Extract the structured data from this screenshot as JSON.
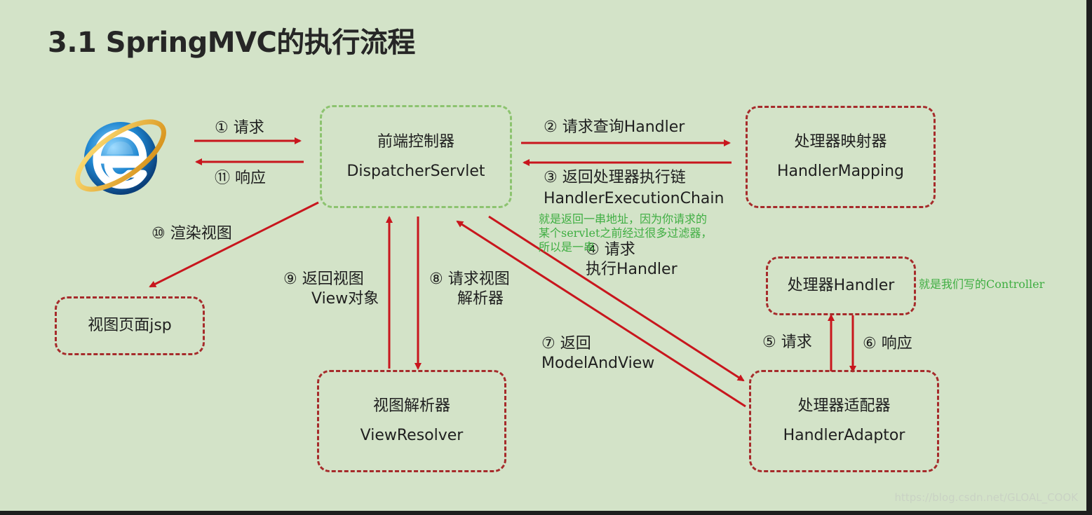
{
  "title": "3.1 SpringMVC的执行流程",
  "nodes": {
    "dispatcher": {
      "cn": "前端控制器",
      "en": "DispatcherServlet"
    },
    "handler_mapping": {
      "cn": "处理器映射器",
      "en": "HandlerMapping"
    },
    "handler": {
      "cn": "处理器Handler"
    },
    "handler_adaptor": {
      "cn": "处理器适配器",
      "en": "HandlerAdaptor"
    },
    "view_resolver": {
      "cn": "视图解析器",
      "en": "ViewResolver"
    },
    "view_page": {
      "cn": "视图页面jsp"
    }
  },
  "steps": {
    "s1": "① 请求",
    "s11": "⑪ 响应",
    "s2": "② 请求查询Handler",
    "s3": "③ 返回处理器执行链",
    "s3b": "HandlerExecutionChain",
    "s4a": "④ 请求",
    "s4b": "执行Handler",
    "s5": "⑤ 请求",
    "s6": "⑥ 响应",
    "s7a": "⑦ 返回",
    "s7b": "ModelAndView",
    "s8a": "⑧ 请求视图",
    "s8b": "解析器",
    "s9a": "⑨ 返回视图",
    "s9b": "View对象",
    "s10": "⑩ 渲染视图"
  },
  "notes": {
    "chain_line1": "就是返回一串地址，因为你请求的",
    "chain_line2": "某个servlet之前经过很多过滤器，",
    "chain_line3": "所以是一串",
    "controller": "就是我们写的Controller"
  },
  "watermark": "https://blog.csdn.net/GLOAL_COOK",
  "colors": {
    "background": "#d3e3c8",
    "arrow": "#c8161d",
    "box_border": "#a62b2b",
    "dispatcher_border": "#8cc36f",
    "note_text": "#3fae42"
  },
  "icons": {
    "browser": "internet-explorer-icon"
  }
}
